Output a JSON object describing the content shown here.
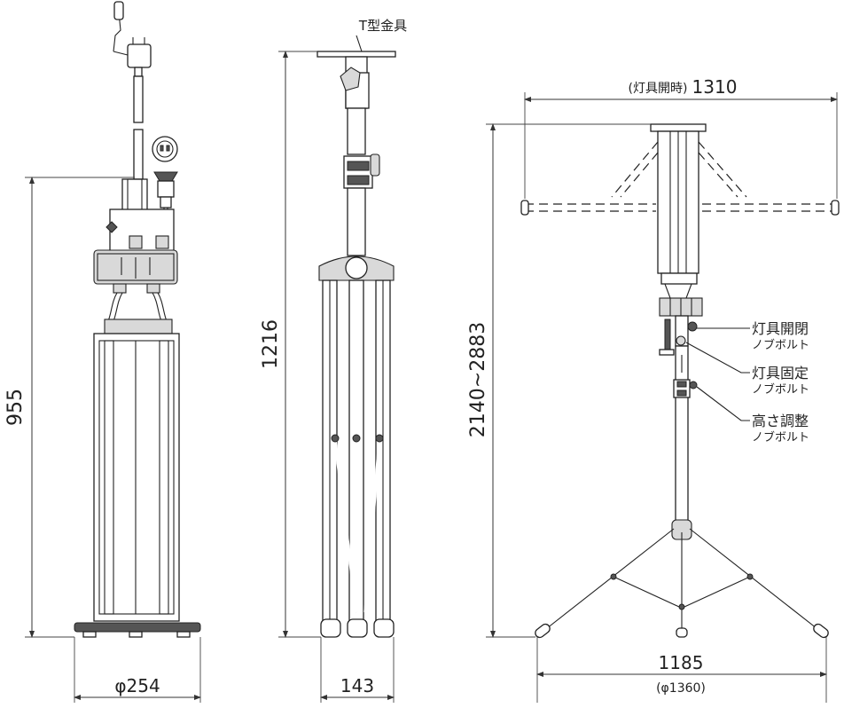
{
  "dimensions": {
    "base_height": "955",
    "base_diameter": "φ254",
    "side_height": "1216",
    "side_width": "143",
    "top_fitting": "T型金具",
    "lamp_open_width_note": "(灯具開時)",
    "lamp_open_width_value": "1310",
    "height_range": "2140~2883",
    "leg_span": "1185",
    "leg_span_circle": "(φ1360)"
  },
  "callouts": [
    {
      "line1": "灯具開閉",
      "line2": "ノブボルト"
    },
    {
      "line1": "灯具固定",
      "line2": "ノブボルト"
    },
    {
      "line1": "高さ調整",
      "line2": "ノブボルト"
    }
  ],
  "colors": {
    "line": "#222222",
    "fill_gray": "#d9d9d9"
  }
}
